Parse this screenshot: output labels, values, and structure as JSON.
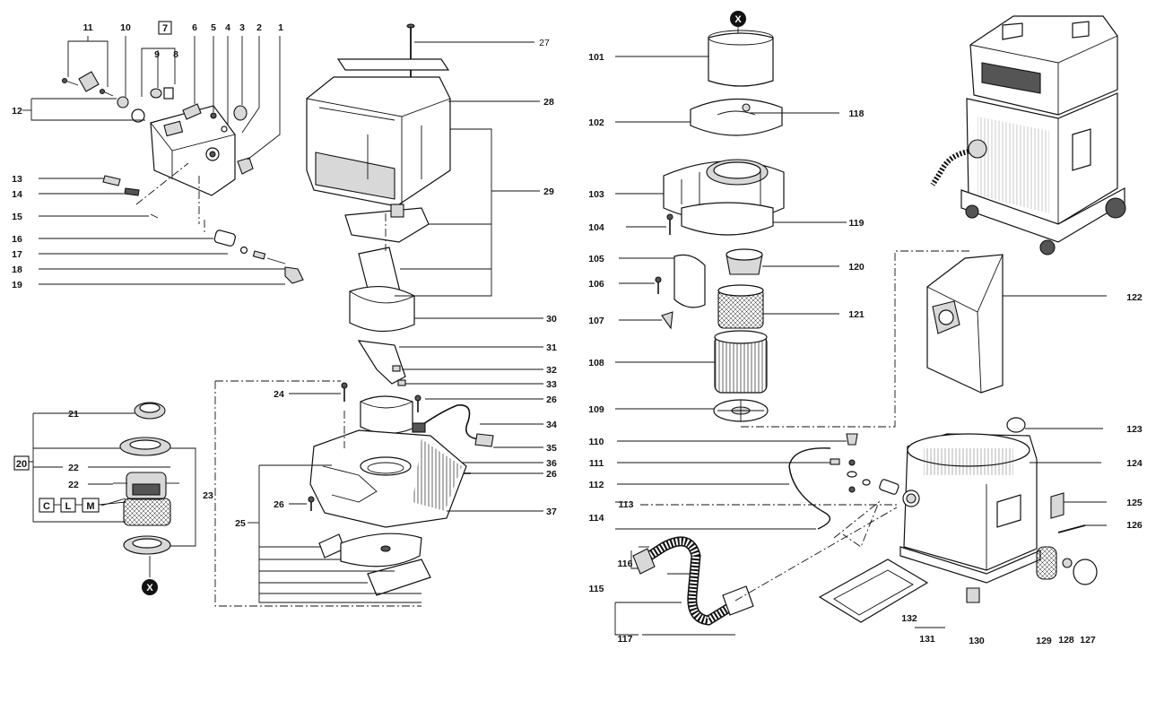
{
  "diagram": {
    "callouts": [
      "1",
      "2",
      "3",
      "4",
      "5",
      "6",
      "7",
      "8",
      "9",
      "10",
      "11",
      "12",
      "13",
      "14",
      "15",
      "16",
      "17",
      "18",
      "19",
      "20",
      "21",
      "22",
      "22",
      "23",
      "24",
      "25",
      "26",
      "26",
      "26",
      "27",
      "28",
      "29",
      "30",
      "31",
      "32",
      "33",
      "34",
      "35",
      "36",
      "37",
      "101",
      "102",
      "103",
      "104",
      "105",
      "106",
      "107",
      "108",
      "109",
      "110",
      "111",
      "112",
      "113",
      "114",
      "115",
      "116",
      "117",
      "118",
      "119",
      "120",
      "121",
      "122",
      "123",
      "124",
      "125",
      "126",
      "127",
      "128",
      "129",
      "130",
      "131",
      "132"
    ],
    "group_boxes": {
      "box_7": "7",
      "box_20": "20",
      "box_c": "C",
      "box_l": "L",
      "box_m": "M"
    },
    "marker": "X"
  }
}
